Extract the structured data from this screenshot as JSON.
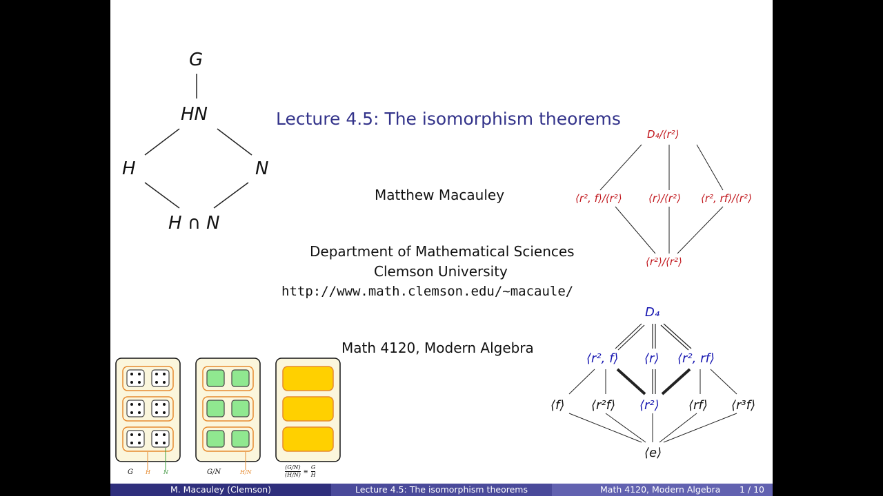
{
  "slide": {
    "title": "Lecture 4.5: The isomorphism theorems",
    "author": "Matthew Macauley",
    "department": "Department of Mathematical Sciences",
    "university": "Clemson University",
    "url": "http://www.math.clemson.edu/~macaule/",
    "course": "Math 4120, Modern Algebra"
  },
  "lattice": {
    "top": "G",
    "middle": "HN",
    "left": "H",
    "right": "N",
    "bottom": "H ∩ N"
  },
  "quotient_lattice": {
    "top": "D₄/⟨r²⟩",
    "left": "⟨r², f⟩/⟨r²⟩",
    "center": "⟨r⟩/⟨r²⟩",
    "right": "⟨r², rf⟩/⟨r²⟩",
    "bottom": "⟨r²⟩/⟨r²⟩"
  },
  "subgroup_lattice": {
    "top": "D₄",
    "row2": [
      "⟨r², f⟩",
      "⟨r⟩",
      "⟨r², rf⟩"
    ],
    "row3": [
      "⟨f⟩",
      "⟨r²f⟩",
      "⟨r²⟩",
      "⟨rf⟩",
      "⟨r³f⟩"
    ],
    "bottom": "⟨e⟩"
  },
  "cosets_figure": {
    "label_g": "G",
    "label_h": "H",
    "label_n": "N",
    "label_gn": "G/N",
    "label_hn": "H/N",
    "label_iso_lhs_num": "(G/N)",
    "label_iso_lhs_den": "(H/N)",
    "label_iso_eq": "≅",
    "label_iso_rhs_num": "G",
    "label_iso_rhs_den": "H"
  },
  "footer": {
    "left": "M. Macauley  (Clemson)",
    "center": "Lecture 4.5: The isomorphism theorems",
    "right": "Math 4120, Modern Algebra",
    "page": "1 / 10"
  },
  "colors": {
    "title": "#33338a",
    "quotient_text": "#c0151b",
    "subgroup_highlight": "#1515b0",
    "box_fill": "#fbf6dc",
    "coset_border": "#e68a2e",
    "quotient_fill": "#90e890",
    "final_fill": "#ffd000"
  }
}
